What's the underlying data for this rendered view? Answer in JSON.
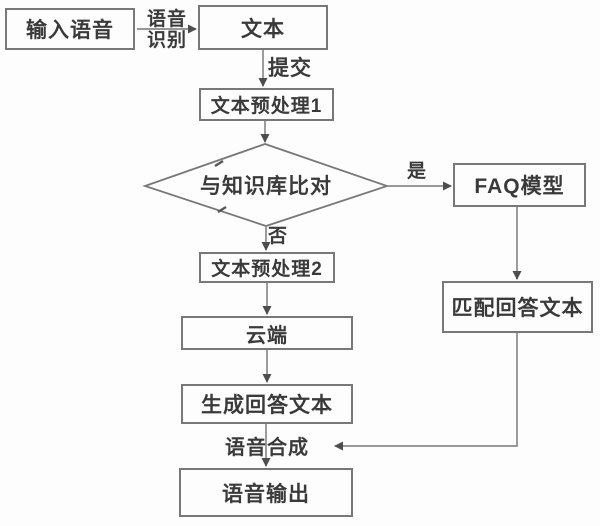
{
  "colors": {
    "background": "#fdfdfd",
    "box_border": "#787878",
    "connector_line": "#8a8a8a",
    "arrowhead": "#4d4d4d",
    "text": "#3a3a3a"
  },
  "nodes": {
    "input_speech": {
      "label": "输入语音",
      "shape": "rect"
    },
    "text": {
      "label": "文本",
      "shape": "rect"
    },
    "preprocess1": {
      "label": "文本预处理1",
      "shape": "rect"
    },
    "compare_kb": {
      "label": "与知识库比对",
      "shape": "diamond"
    },
    "faq_model": {
      "label": "FAQ模型",
      "shape": "rect"
    },
    "preprocess2": {
      "label": "文本预处理2",
      "shape": "rect"
    },
    "cloud": {
      "label": "云端",
      "shape": "rect"
    },
    "match_answer": {
      "label": "匹配回答文本",
      "shape": "rect"
    },
    "generate_answer": {
      "label": "生成回答文本",
      "shape": "rect"
    },
    "speech_output": {
      "label": "语音输出",
      "shape": "rect"
    }
  },
  "edge_labels": {
    "speech_recognition": "语音识别",
    "submit": "提交",
    "yes": "是",
    "no": "否",
    "speech_synthesis": "语音合成"
  },
  "edges": [
    {
      "from": "输入语音",
      "to": "文本",
      "label": "语音识别"
    },
    {
      "from": "文本",
      "to": "文本预处理1",
      "label": "提交"
    },
    {
      "from": "文本预处理1",
      "to": "与知识库比对",
      "label": ""
    },
    {
      "from": "与知识库比对",
      "to": "FAQ模型",
      "label": "是"
    },
    {
      "from": "与知识库比对",
      "to": "文本预处理2",
      "label": "否"
    },
    {
      "from": "文本预处理2",
      "to": "云端",
      "label": ""
    },
    {
      "from": "云端",
      "to": "生成回答文本",
      "label": ""
    },
    {
      "from": "生成回答文本",
      "to": "语音输出",
      "label": "语音合成"
    },
    {
      "from": "FAQ模型",
      "to": "匹配回答文本",
      "label": ""
    },
    {
      "from": "匹配回答文本",
      "to": "语音输出",
      "label": "语音合成"
    }
  ]
}
